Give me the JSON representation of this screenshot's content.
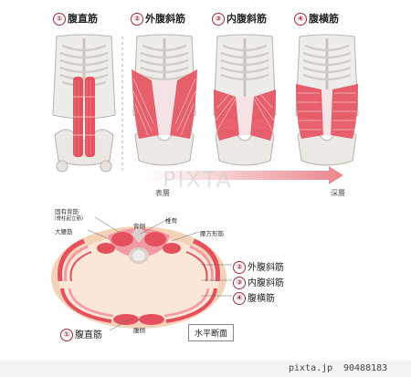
{
  "titles": [
    {
      "num": "①",
      "text": "腹直筋"
    },
    {
      "num": "②",
      "text": "外腹斜筋"
    },
    {
      "num": "③",
      "text": "内腹斜筋"
    },
    {
      "num": "④",
      "text": "腹横筋"
    }
  ],
  "depth": {
    "shallow": "表層",
    "deep": "深層"
  },
  "watermark": {
    "brand": "PIXTA",
    "id": "90488183",
    "site": "pixta.jp"
  },
  "cross_section": {
    "labels_left": {
      "erector_1": "固有背筋",
      "erector_2": "（脊柱起立筋）",
      "psoas": "大腰筋",
      "back": "背側",
      "spine": "椎骨",
      "ql": "腰方形筋",
      "belly": "腹側"
    },
    "labels_right": [
      {
        "num": "②",
        "text": "外腹斜筋"
      },
      {
        "num": "③",
        "text": "内腹斜筋"
      },
      {
        "num": "④",
        "text": "腹横筋"
      }
    ],
    "rectus_label": {
      "num": "①",
      "text": "腹直筋"
    },
    "section_box": "水平断面"
  },
  "colors": {
    "muscle": "#e4505e",
    "accent": "#9e2a36",
    "bone": "#dcd8d4",
    "skin": "#f4d2b8"
  }
}
